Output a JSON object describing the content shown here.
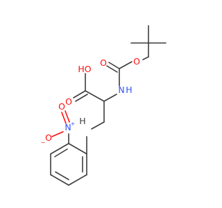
{
  "molecule": {
    "atoms": {
      "carbonyl_o": "O",
      "ester_o": "O",
      "boc_nh": "N",
      "boc_nh_h": "H",
      "acid_oh": "HO",
      "acid_o": "O",
      "amine_nh": "N",
      "amine_h": "H",
      "nitro_n": "N",
      "nitro_plus": "+",
      "nitro_o_top": "O",
      "nitro_o_left": "O",
      "nitro_minus": "−"
    },
    "colors": {
      "bond": "#3c3c3c",
      "oxygen": "#ff0d0d",
      "nitrogen": "#3050f8"
    }
  }
}
